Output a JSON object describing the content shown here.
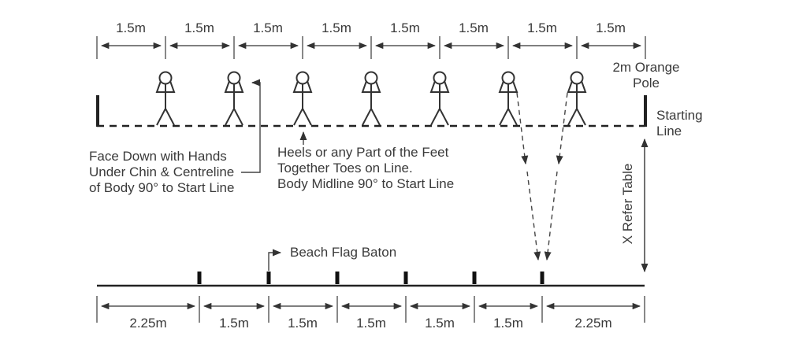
{
  "diagram": {
    "type": "beach-flags-start-course-layout",
    "colors": {
      "line": "#333333",
      "thick_marks": "#222222",
      "text": "#3a3a3a",
      "background": "#ffffff"
    },
    "top_dimensions": [
      "1.5m",
      "1.5m",
      "1.5m",
      "1.5m",
      "1.5m",
      "1.5m",
      "1.5m",
      "1.5m"
    ],
    "bottom_dimensions": [
      "2.25m",
      "1.5m",
      "1.5m",
      "1.5m",
      "1.5m",
      "1.5m",
      "2.25m"
    ],
    "annotations": {
      "orange_pole": "2m Orange\nPole",
      "starting_line": "Starting\nLine",
      "refer_table": "X Refer Table",
      "face_down": "Face Down with Hands\nUnder Chin & Centreline\nof Body 90° to Start Line",
      "heels": "Heels or any Part of the Feet\nTogether Toes on Line.\nBody Midline 90° to Start Line",
      "beach_flag_baton": "Beach Flag Baton"
    },
    "competitor_count": 7,
    "baton_count": 6
  }
}
